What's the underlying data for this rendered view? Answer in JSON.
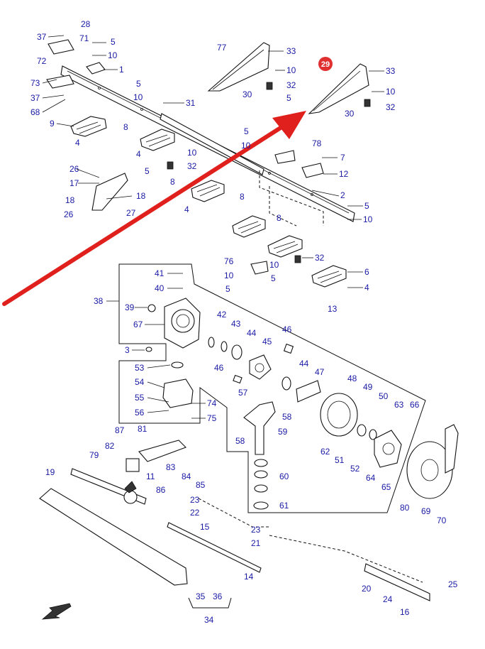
{
  "colors": {
    "callout_text": "#1a1aa6",
    "highlight_badge": "#e03030",
    "arrow": "#e0201c",
    "line": "#111111"
  },
  "highlight": {
    "number": "29"
  },
  "callouts": {
    "c28": "28",
    "c37a": "37",
    "c71": "71",
    "c72": "72",
    "c5a": "5",
    "c10a": "10",
    "c1": "1",
    "c73": "73",
    "c37b": "37",
    "c68": "68",
    "c9": "9",
    "c4a": "4",
    "c77": "77",
    "c33a": "33",
    "c10b": "10",
    "c32a": "32",
    "c30a": "30",
    "c5b": "5",
    "c33b": "33",
    "c10c": "10",
    "c32b": "32",
    "c30b": "30",
    "c5c": "5",
    "c10d": "10",
    "c31": "31",
    "c8a": "8",
    "c4b": "4",
    "c10e": "10",
    "c5d": "5",
    "c32c": "32",
    "c26a": "26",
    "c17": "17",
    "c18a": "18",
    "c18b": "18",
    "c26b": "26",
    "c27": "27",
    "c8b": "8",
    "c4c": "4",
    "c5e": "5",
    "c10f": "10",
    "c78": "78",
    "c7": "7",
    "c12": "12",
    "c2": "2",
    "c5f": "5",
    "c10g": "10",
    "c8c": "8",
    "c8d": "8",
    "c32d": "32",
    "c76": "76",
    "c10h": "10",
    "c5g": "5",
    "c10i": "10",
    "c5h": "5",
    "c6": "6",
    "c4d": "4",
    "c41": "41",
    "c40": "40",
    "c38": "38",
    "c39": "39",
    "c67": "67",
    "c42": "42",
    "c43": "43",
    "c44a": "44",
    "c46a": "46",
    "c13": "13",
    "c3": "3",
    "c45": "45",
    "c53": "53",
    "c46b": "46",
    "c44b": "44",
    "c47": "47",
    "c54": "54",
    "c57": "57",
    "c48": "48",
    "c49": "49",
    "c50": "50",
    "c55": "55",
    "c74": "74",
    "c56": "56",
    "c75": "75",
    "c58a": "58",
    "c63": "63",
    "c66": "66",
    "c87": "87",
    "c81": "81",
    "c59": "59",
    "c58b": "58",
    "c82": "82",
    "c79": "79",
    "c62": "62",
    "c51": "51",
    "c52": "52",
    "c64": "64",
    "c65": "65",
    "c83": "83",
    "c84": "84",
    "c60": "60",
    "c19": "19",
    "c11": "11",
    "c85": "85",
    "c86": "86",
    "c80": "80",
    "c69": "69",
    "c70": "70",
    "c61": "61",
    "c23a": "23",
    "c22": "22",
    "c15": "15",
    "c23b": "23",
    "c21": "21",
    "c14": "14",
    "c20": "20",
    "c25": "25",
    "c35": "35",
    "c36": "36",
    "c24": "24",
    "c16": "16",
    "c34": "34"
  }
}
